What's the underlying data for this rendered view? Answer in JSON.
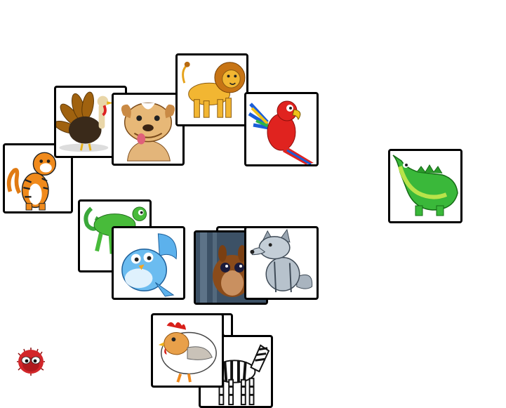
{
  "game": {
    "type": "tile-matching",
    "tiles": [
      {
        "animal": "tiger",
        "icon": "tiger-icon"
      },
      {
        "animal": "turkey",
        "icon": "turkey-icon"
      },
      {
        "animal": "bulldog",
        "icon": "bulldog-icon"
      },
      {
        "animal": "lion",
        "icon": "lion-icon"
      },
      {
        "animal": "parrot",
        "icon": "parrot-icon"
      },
      {
        "animal": "crocodile",
        "icon": "crocodile-icon"
      },
      {
        "animal": "chameleon",
        "icon": "chameleon-icon"
      },
      {
        "animal": "bluebird",
        "icon": "bluebird-icon"
      },
      {
        "animal": "guinea-pig",
        "icon": "guinea-pig-icon"
      },
      {
        "animal": "wolf",
        "icon": "wolf-icon"
      },
      {
        "animal": "hedgehog",
        "icon": "hedgehog-icon"
      },
      {
        "animal": "zebra",
        "icon": "zebra-icon"
      },
      {
        "animal": "hen",
        "icon": "hen-icon"
      }
    ],
    "mascot": {
      "icon": "fuzzy-red-creature-icon"
    }
  },
  "colors": {
    "tile_border": "#000000",
    "background": "#ffffff"
  }
}
